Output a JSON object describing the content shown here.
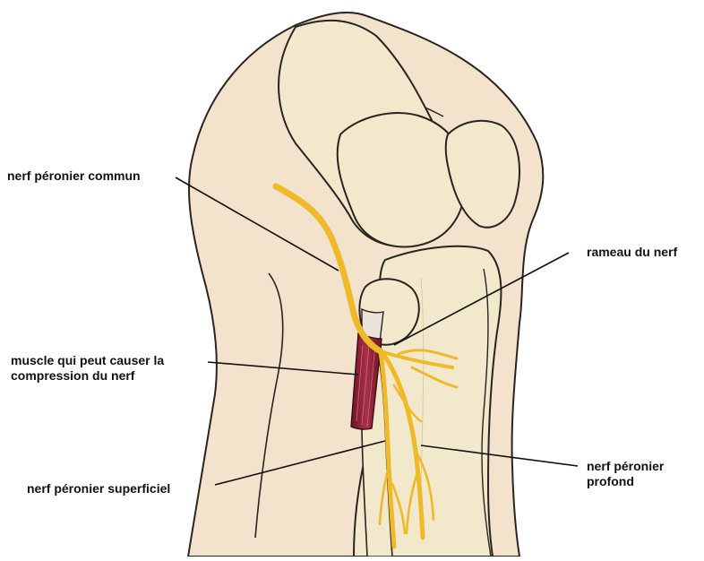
{
  "colors": {
    "skin": "#F3E3CD",
    "skin_dark": "#E6CFB0",
    "bone": "#F2E8CC",
    "bone_shadow": "#DCCBA3",
    "nerve": "#EFB92A",
    "nerve_outline": "#B9861A",
    "muscle": "#8E2036",
    "tendon": "#E9E3DA",
    "outline": "#2A2420",
    "leader": "#111111"
  },
  "labels": {
    "common": "nerf péronier commun",
    "branch": "rameau du nerf",
    "muscle_line1": "muscle qui peut causer la",
    "muscle_line2": "compression du nerf",
    "superficial": "nerf péronier superficiel",
    "deep_line1": "nerf péronier",
    "deep_line2": "profond"
  }
}
